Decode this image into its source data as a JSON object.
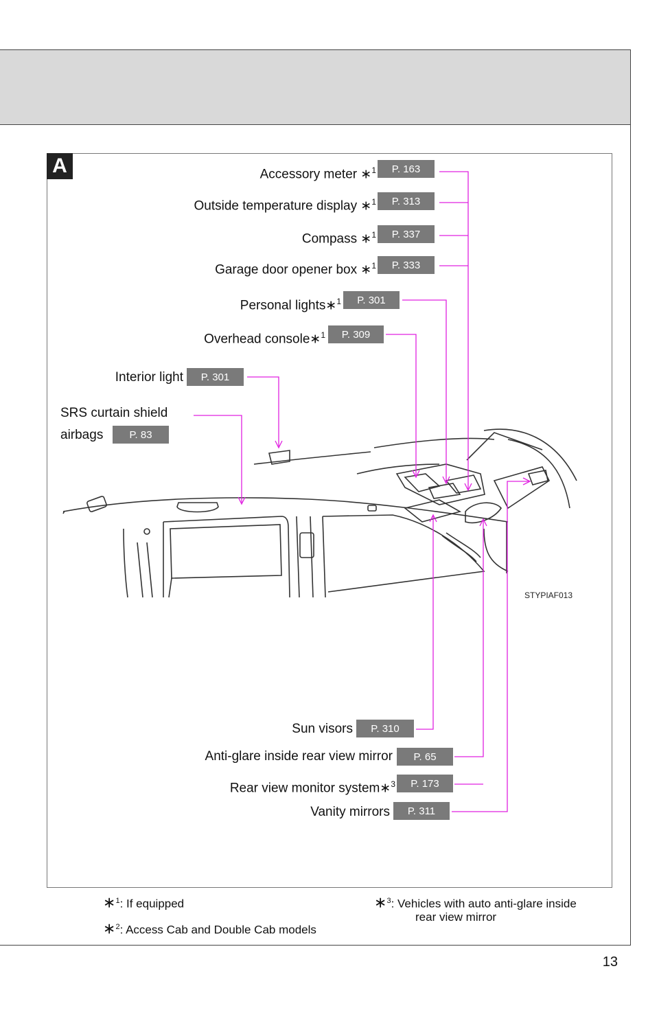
{
  "section": {
    "letter": "A"
  },
  "callouts": [
    {
      "label": "Accessory meter ",
      "note_mark": "∗",
      "note_num": "1",
      "ref": "P. 163"
    },
    {
      "label": "Outside temperature display ",
      "note_mark": "∗",
      "note_num": "1",
      "ref": "P. 313"
    },
    {
      "label": "Compass ",
      "note_mark": "∗",
      "note_num": "1",
      "ref": "P. 337"
    },
    {
      "label": "Garage door opener box ",
      "note_mark": "∗",
      "note_num": "1",
      "ref": "P. 333"
    },
    {
      "label": "Personal lights",
      "note_mark": "∗",
      "note_num": "1",
      "ref": "P. 301"
    },
    {
      "label": "Overhead console",
      "note_mark": "∗",
      "note_num": "1",
      "ref": "P. 309"
    },
    {
      "label": "Interior light",
      "note_mark": "",
      "note_num": "",
      "ref": "P. 301"
    },
    {
      "label": "SRS curtain shield",
      "label_line2": "airbags",
      "note_mark": "",
      "note_num": "",
      "ref": "P. 83"
    },
    {
      "label": "Sun visors",
      "note_mark": "",
      "note_num": "",
      "ref": "P. 310"
    },
    {
      "label": "Anti-glare inside rear view mirror",
      "note_mark": "",
      "note_num": "",
      "ref": "P. 65"
    },
    {
      "label": "Rear view monitor system",
      "note_mark": "∗",
      "note_num": "3",
      "ref": "P. 173"
    },
    {
      "label": "Vanity mirrors",
      "note_mark": "",
      "note_num": "",
      "ref": "P. 311"
    }
  ],
  "illustration": {
    "code": "STYPIAF013"
  },
  "footnotes": [
    {
      "mark": "∗",
      "num": "1",
      "text": ":  If equipped"
    },
    {
      "mark": "∗",
      "num": "2",
      "text": ":  Access Cab and Double Cab models"
    },
    {
      "mark": "∗",
      "num": "3",
      "text": ":  Vehicles with auto anti-glare inside",
      "text2": "rear view mirror"
    }
  ],
  "page_number": "13",
  "colors": {
    "leader_line": "#e020e0",
    "ref_badge": "#7a7a7a",
    "header_band": "#d9d9d9"
  }
}
